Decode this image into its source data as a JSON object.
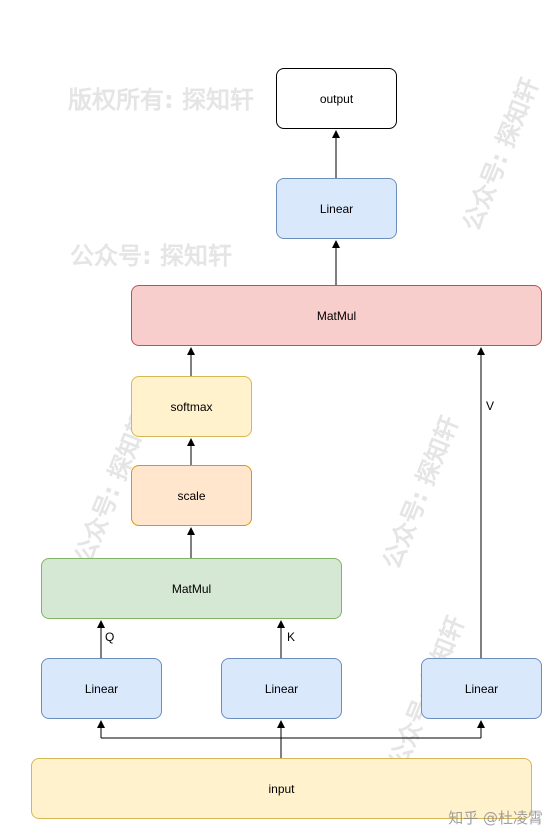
{
  "nodes": {
    "output": "output",
    "linear_top": "Linear",
    "matmul_top": "MatMul",
    "softmax": "softmax",
    "scale": "scale",
    "matmul_bottom": "MatMul",
    "linear_q": "Linear",
    "linear_k": "Linear",
    "linear_v": "Linear",
    "input": "input"
  },
  "edge_labels": {
    "q": "Q",
    "k": "K",
    "v": "V"
  },
  "watermarks": {
    "copyright": "版权所有: 探知轩",
    "account": "公众号: 探知轩"
  },
  "credit": "知乎 @杜凌霄"
}
